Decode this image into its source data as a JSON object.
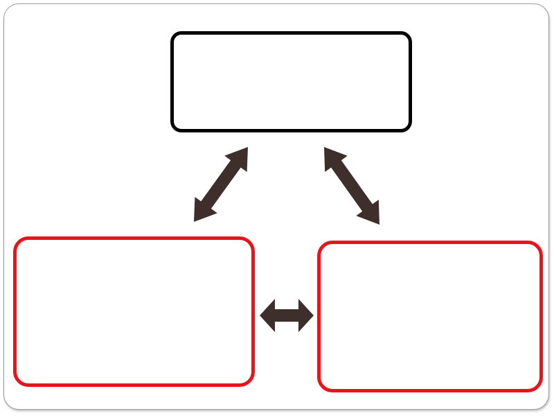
{
  "diagram": {
    "nodes": [
      {
        "id": "top",
        "label": "",
        "border_color": "#000000"
      },
      {
        "id": "left",
        "label": "",
        "border_color": "#e8131b"
      },
      {
        "id": "right",
        "label": "",
        "border_color": "#e8131b"
      }
    ],
    "edges": [
      {
        "from": "top",
        "to": "left",
        "type": "double-arrow"
      },
      {
        "from": "top",
        "to": "right",
        "type": "double-arrow"
      },
      {
        "from": "left",
        "to": "right",
        "type": "double-arrow"
      }
    ],
    "arrow_color": "#3e2e2c"
  }
}
